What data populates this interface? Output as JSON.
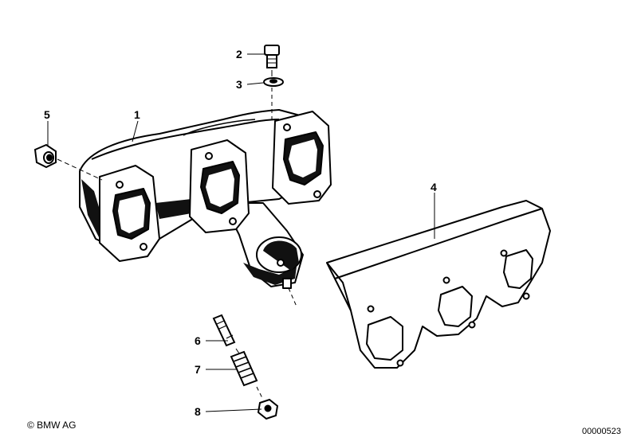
{
  "diagram": {
    "callouts": [
      {
        "id": "1",
        "label": "1"
      },
      {
        "id": "2",
        "label": "2"
      },
      {
        "id": "3",
        "label": "3"
      },
      {
        "id": "4",
        "label": "4"
      },
      {
        "id": "5",
        "label": "5"
      },
      {
        "id": "6",
        "label": "6"
      },
      {
        "id": "7",
        "label": "7"
      },
      {
        "id": "8",
        "label": "8"
      }
    ]
  },
  "footer": {
    "copyright": "© BMW AG",
    "reference": "00000523"
  }
}
